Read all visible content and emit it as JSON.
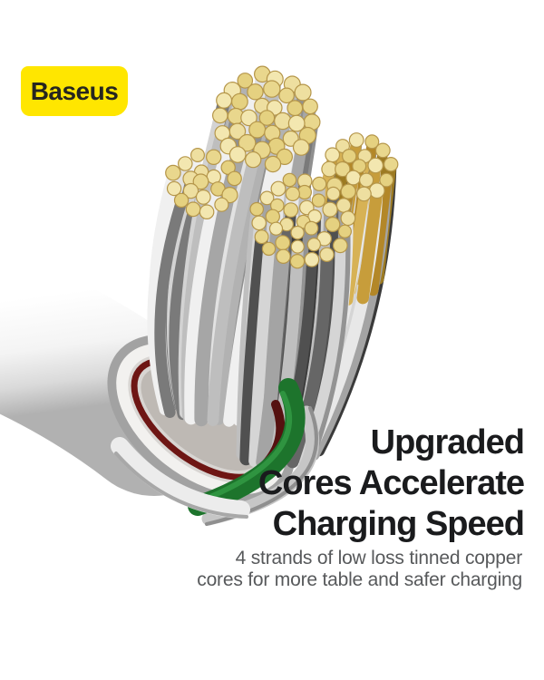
{
  "brand": {
    "logo_text": "Baseus",
    "logo_bg": "#ffe600",
    "logo_text_color": "#26261f"
  },
  "headline": {
    "lines": [
      "Upgraded",
      "Cores Accelerate",
      "Charging Speed"
    ],
    "color": "#1a1b1d"
  },
  "subtext": {
    "lines": [
      "4 strands of low loss tinned copper",
      "cores for more table and safer charging"
    ],
    "color": "#57595b"
  },
  "illustration": {
    "jacket_white": "#f4f4f4",
    "jacket_shadow": "#b1b1b1",
    "strand_silver_light": "#ededed",
    "strand_silver_dark": "#4c4c4c",
    "copper_face_gold": "#eedfa0",
    "copper_face_rim": "#b5964a",
    "tinned_rod_gold": "#c79d3b",
    "inner_insulation_red": "#6e1614",
    "inner_insulation_green": "#1d742c"
  }
}
